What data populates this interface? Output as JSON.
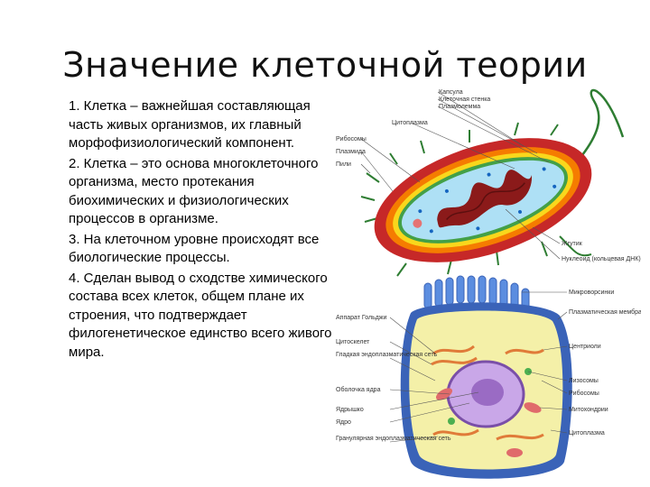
{
  "title": "Значение клеточной теории",
  "points": [
    "1. Клетка – важнейшая составляющая часть живых организмов, их главный морфофизиологический компонент.",
    "2. Клетка – это основа многоклеточного организма, место протекания биохимических и физиологических  процессов в организме.",
    "3. На клеточном уровне происходят все биологические процессы.",
    "4. Сделан вывод о сходстве химического состава всех клеток, общем плане их строения, что подтверждает филогенетическое единство всего живого мира."
  ],
  "bacterium_labels": [
    "Капсула",
    "Клеточная стенка",
    "Плазмолемма",
    "Цитоплазма",
    "Рибосомы",
    "Плазмида",
    "Пили",
    "Жгутик",
    "Нуклеоид (кольцевая ДНК)"
  ],
  "animal_cell_labels_left": [
    "Аппарат Гольджи",
    "Цитоскелет",
    "Гладкая эндоплазматическая сеть",
    "Оболочка ядра",
    "Ядрышко",
    "Ядро",
    "Гранулярная эндоплазматическая сеть"
  ],
  "animal_cell_labels_right": [
    "Микроворсинки",
    "Плазматическая мембрана",
    "Центриоли",
    "Лизосомы",
    "Рибосомы",
    "Митохондрии",
    "Цитоплазма"
  ],
  "colors": {
    "capsule": "#c62828",
    "wall": "#f57c00",
    "membrane": "#f9d71c",
    "membrane_inner": "#43a047",
    "cytoplasm": "#aee0f5",
    "nucleoid": "#8b1a1a",
    "cell_cytoplasm": "#f4f0a8",
    "cell_border": "#3a63b8",
    "nucleus": "#9a6bc4"
  }
}
